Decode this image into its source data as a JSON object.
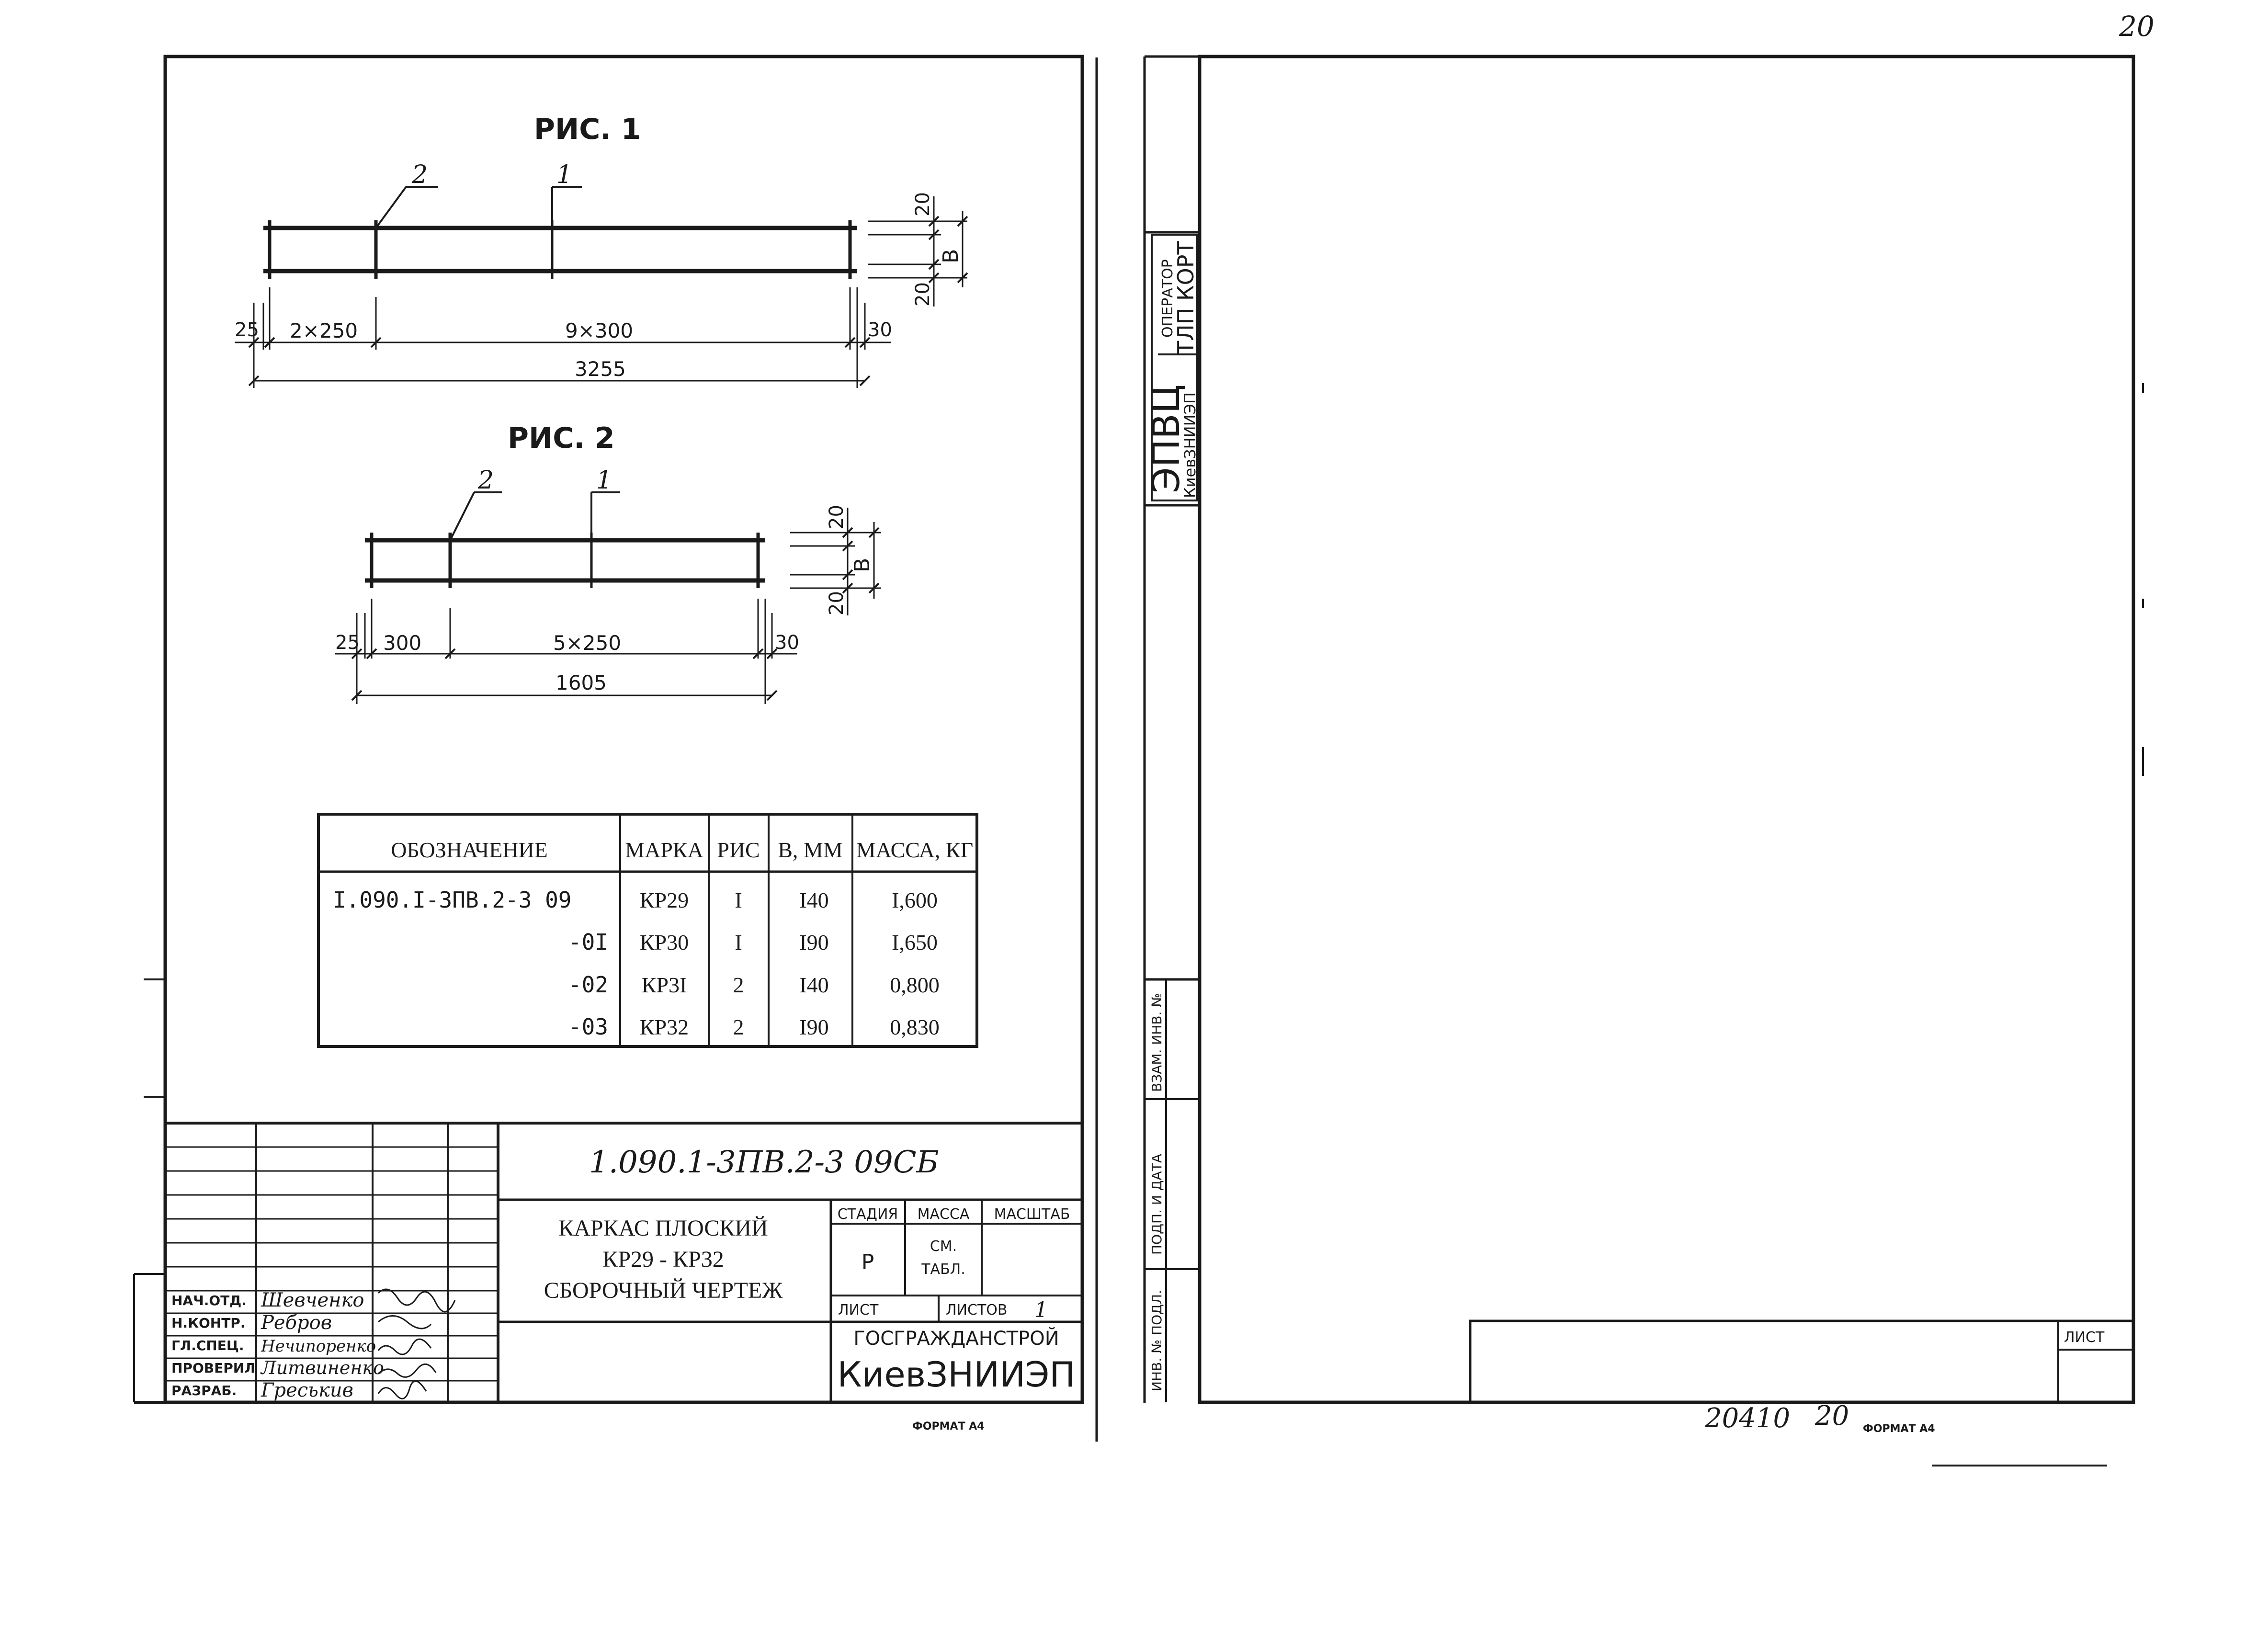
{
  "page_number": "20",
  "fig1": {
    "title": "РИС. 1",
    "leaders": [
      "2",
      "1"
    ],
    "dims": [
      "25",
      "2×250",
      "9×300",
      "30",
      "3255"
    ],
    "vdims": [
      "20",
      "В",
      "20"
    ]
  },
  "fig2": {
    "title": "РИС. 2",
    "leaders": [
      "2",
      "1"
    ],
    "dims": [
      "25",
      "300",
      "5×250",
      "30",
      "1605"
    ],
    "vdims": [
      "20",
      "В",
      "20"
    ]
  },
  "spec": {
    "headers": [
      "ОБОЗНАЧЕНИЕ",
      "МАРКА",
      "РИС",
      "В, ММ",
      "МАССА, КГ"
    ],
    "rows": [
      [
        "I.090.I-3ПВ.2-3 09",
        "КР29",
        "I",
        "I40",
        "I,600"
      ],
      [
        "-0I",
        "КР30",
        "I",
        "I90",
        "I,650"
      ],
      [
        "-02",
        "КР3I",
        "2",
        "I40",
        "0,800"
      ],
      [
        "-03",
        "КР32",
        "2",
        "I90",
        "0,830"
      ]
    ]
  },
  "title_block": {
    "code": "1.090.1-3ПВ.2-3   09СБ",
    "name_lines": [
      "КАРКАС ПЛОСКИЙ",
      "КР29 - КР32",
      "СБОРОЧНЫЙ ЧЕРТЕЖ"
    ],
    "stage_header": "СТАДИЯ",
    "mass_header": "МАССА",
    "scale_header": "МАСШТАБ",
    "stage": "Р",
    "mass_value": [
      "СМ.",
      "ТАБЛ."
    ],
    "sheet_label": "ЛИСТ",
    "sheets_label": "ЛИСТОВ",
    "sheets_value": "1",
    "org_top": "ГОСГРАЖДАНСТРОЙ",
    "org_main": "КиевЗНИИЭП",
    "format": "ФОРМАТ А4",
    "roles": [
      "НАЧ.ОТД.",
      "Н.КОНТР.",
      "ГЛ.СПЕЦ.",
      "ПРОВЕРИЛ",
      "РАЗРАБ."
    ],
    "names": [
      "Шевченко",
      "Ребров",
      "Нечипоренко",
      "Литвиненко",
      "Греськив"
    ]
  },
  "right_sheet": {
    "stamp_main": "ЭПВЦ",
    "stamp_sub": "КиевЗНИИЭП",
    "operator_label": "ОПЕРАТОР",
    "operator_value": "ТЛП КОРТ",
    "side_fields": [
      "ИНВ. № ПОДЛ.",
      "ПОДП. И ДАТА",
      "ВЗАМ. ИНВ. №"
    ],
    "sheet_label": "ЛИСТ",
    "footer_number": "20410",
    "footer_page": "20",
    "format": "ФОРМАТ А4"
  }
}
